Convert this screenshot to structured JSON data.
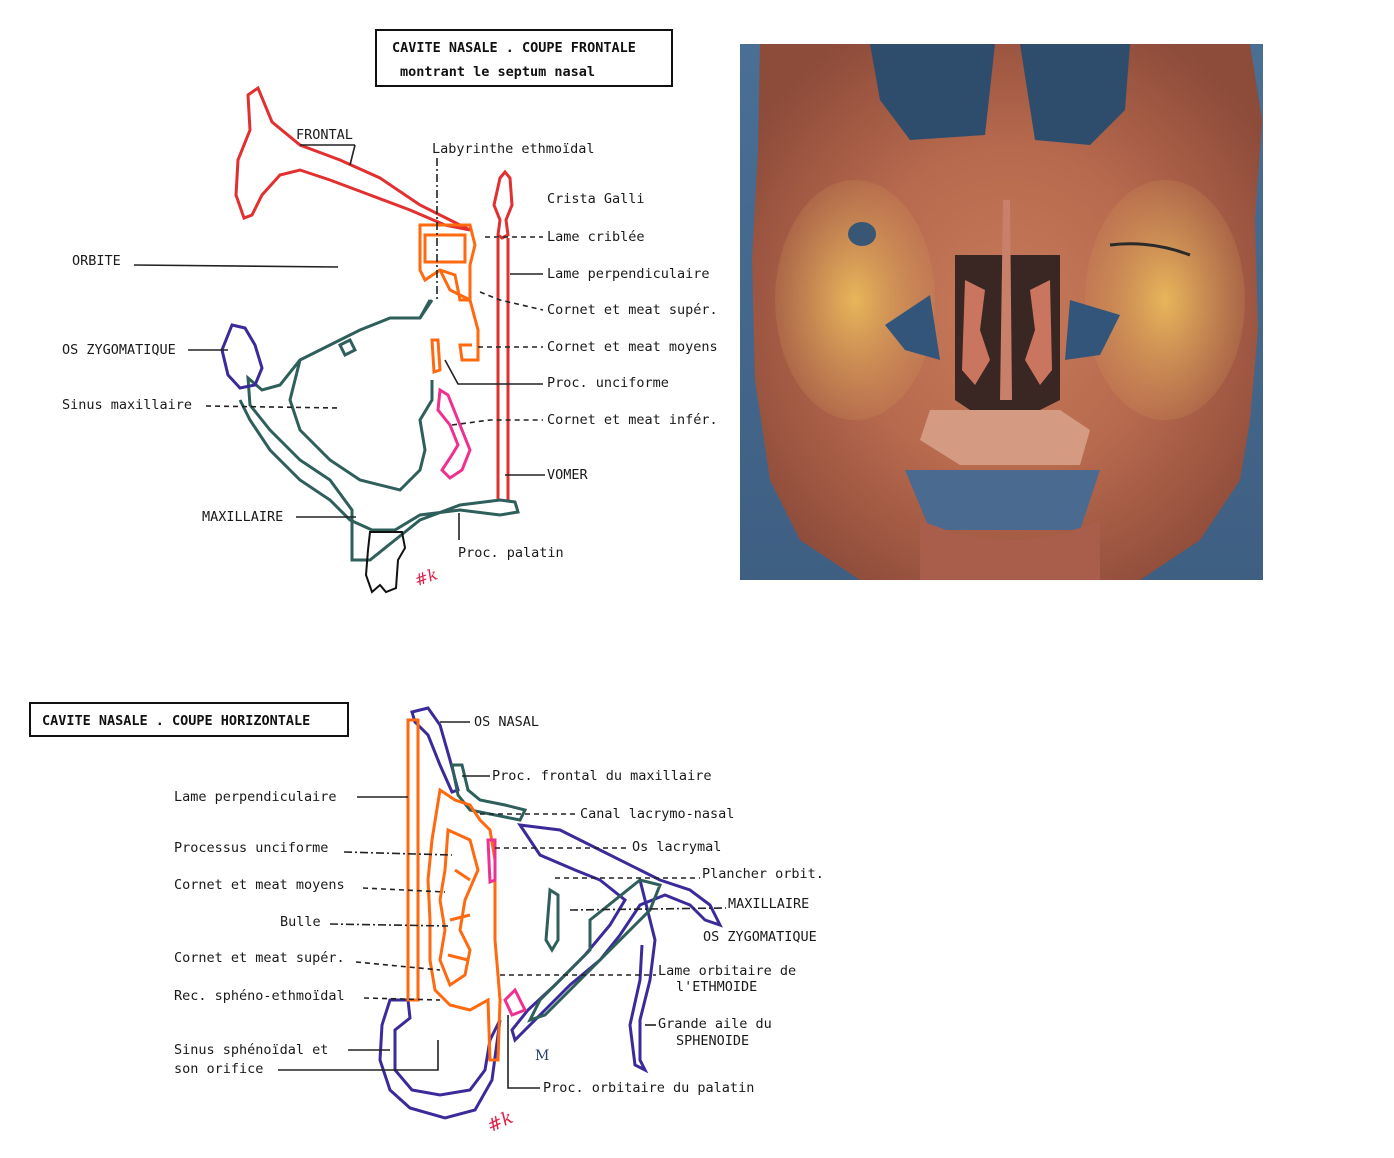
{
  "frontal_section": {
    "title_line1": "CAVITE NASALE . COUPE FRONTALE",
    "title_line2": "montrant le septum nasal",
    "labels": {
      "frontal": "FRONTAL",
      "labyrinthe": "Labyrinthe ethmoïdal",
      "crista_galli": "Crista Galli",
      "lame_criblee": "Lame criblée",
      "orbite": "ORBITE",
      "lame_perpendiculaire": "Lame perpendiculaire",
      "cornet_superieur": "Cornet et meat supér.",
      "os_zygomatique": "OS ZYGOMATIQUE",
      "cornet_moyens": "Cornet et meat moyens",
      "proc_unciforme": "Proc. unciforme",
      "sinus_maxillaire": "Sinus maxillaire",
      "cornet_inferieur": "Cornet et meat infér.",
      "vomer": "VOMER",
      "maxillaire": "MAXILLAIRE",
      "proc_palatin": "Proc. palatin"
    }
  },
  "horizontal_section": {
    "title": "CAVITE NASALE . COUPE HORIZONTALE",
    "labels": {
      "os_nasal": "OS NASAL",
      "proc_frontal": "Proc. frontal du maxillaire",
      "lame_perpendiculaire": "Lame perpendiculaire",
      "canal_lacrymo": "Canal lacrymo-nasal",
      "processus_unciforme": "Processus unciforme",
      "os_lacrymal": "Os lacrymal",
      "plancher_orbit": "Plancher orbit.",
      "cornet_moyens": "Cornet et meat moyens",
      "maxillaire": "MAXILLAIRE",
      "bulle": "Bulle",
      "os_zygomatique": "OS ZYGOMATIQUE",
      "cornet_superieur": "Cornet et meat supér.",
      "lame_orbitaire_1": "Lame orbitaire de",
      "lame_orbitaire_2": "l'ETHMOIDE",
      "rec_spheno": "Rec. sphéno-ethmoïdal",
      "grande_aile_1": "Grande aile du",
      "grande_aile_2": "SPHENOIDE",
      "sinus_sphenoidal_1": "Sinus sphénoïdal et",
      "sinus_sphenoidal_2": "son orifice",
      "proc_orbitaire": "Proc. orbitaire du palatin"
    }
  },
  "colors": {
    "frontal_bone": "#e23030",
    "ethmoid": "#ff6a10",
    "maxilla": "#2e5f5a",
    "zygomatic_sphenoid": "#3b2b9a",
    "inferior_concha": "#f03090"
  }
}
